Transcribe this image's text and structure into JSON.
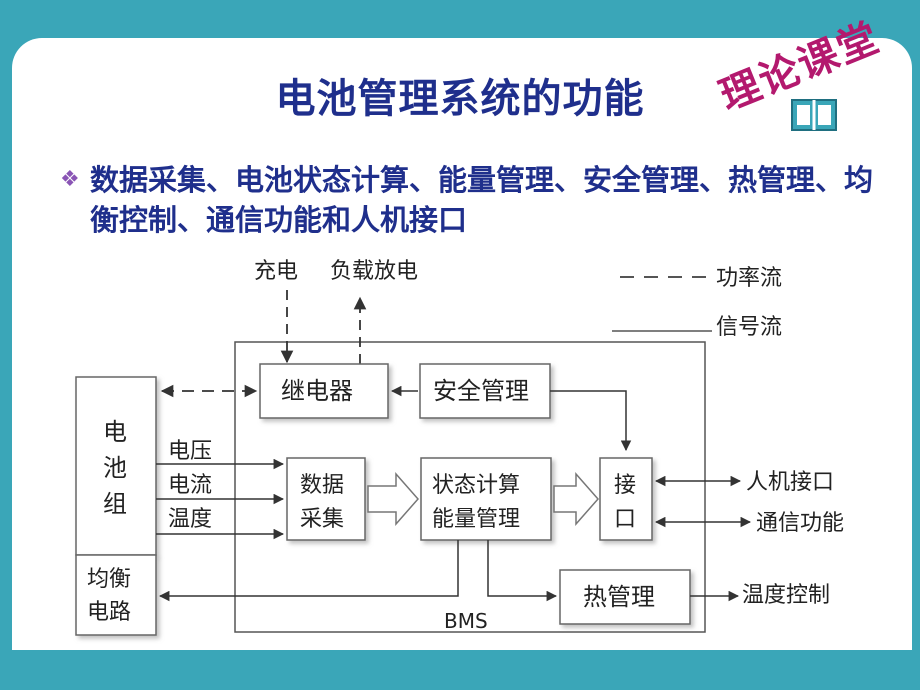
{
  "title": "电池管理系统的功能",
  "stamp": "理论课堂",
  "bullet": "数据采集、电池状态计算、能量管理、安全管理、热管理、均衡控制、通信功能和人机接口",
  "diagram": {
    "top_labels": {
      "charge": "充电",
      "discharge": "负载放电"
    },
    "legend": {
      "power": "功率流",
      "signal": "信号流"
    },
    "battery": [
      "电",
      "池",
      "组"
    ],
    "balance": [
      "均衡",
      "电路"
    ],
    "relay": "继电器",
    "safety": "安全管理",
    "inputs": [
      "电压",
      "电流",
      "温度"
    ],
    "acquisition": [
      "数据",
      "采集"
    ],
    "state": [
      "状态计算",
      "能量管理"
    ],
    "interface": [
      "接",
      "口"
    ],
    "thermal": "热管理",
    "outputs": {
      "hmi": "人机接口",
      "comm": "通信功能",
      "temp": "温度控制"
    },
    "bms": "BMS"
  }
}
